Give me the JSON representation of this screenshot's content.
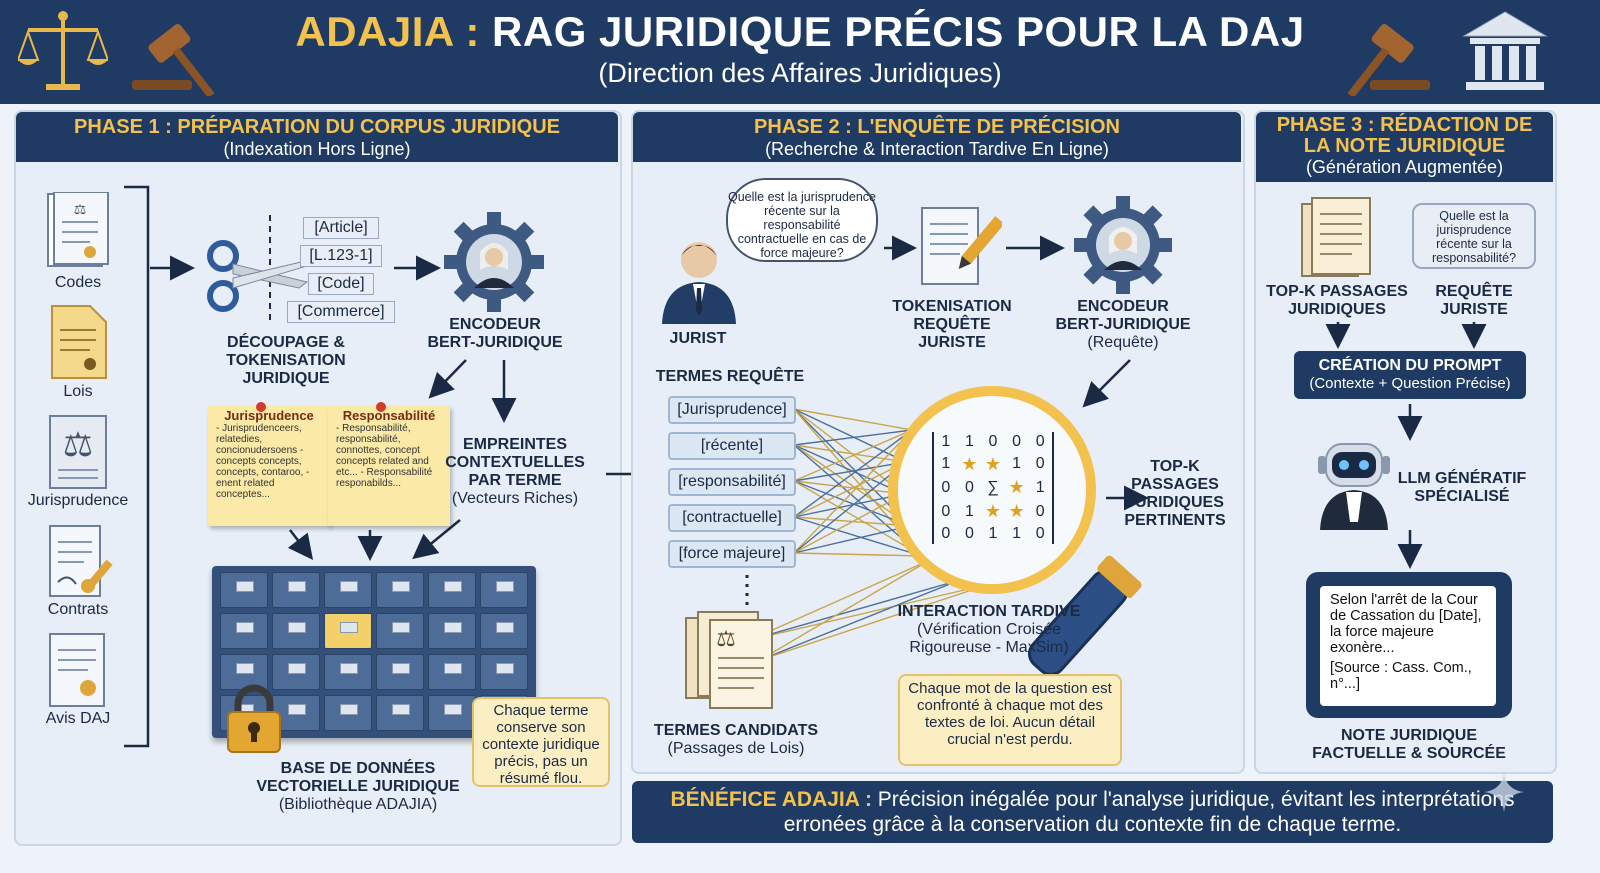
{
  "header": {
    "title_brand": "ADAJIA :",
    "title_main": " RAG JURIDIQUE PRÉCIS POUR LA DAJ",
    "subtitle": "(Direction des Affaires Juridiques)"
  },
  "phase1": {
    "title": "PHASE 1 : PRÉPARATION DU CORPUS JURIDIQUE",
    "subtitle": "(Indexation Hors Ligne)",
    "sources": [
      "Codes",
      "Lois",
      "Jurisprudence",
      "Contrats",
      "Avis DAJ"
    ],
    "tags": [
      "[Article]",
      "[L.123-1]",
      "[Code]",
      "[Commerce]"
    ],
    "decoupage_l1": "DÉCOUPAGE &",
    "decoupage_l2": "TOKENISATION",
    "decoupage_l3": "JURIDIQUE",
    "encoder_l1": "ENCODEUR",
    "encoder_l2": "BERT-JURIDIQUE",
    "empreintes_l1": "EMPREINTES",
    "empreintes_l2": "CONTEXTUELLES",
    "empreintes_l3": "PAR TERME",
    "empreintes_sub": "(Vecteurs Riches)",
    "note1_title": "Jurisprudence",
    "note1_body": "- Jurisprudenceers, relatedies, concionudersoens - concepts concepts, concepts, contaroo, - enent related conceptes...",
    "note2_title": "Responsabilité",
    "note2_body": "- Responsabilité, responsabilité, connottes, concept concepts related and etc... - Responsabilité responabilds...",
    "db_l1": "BASE DE DONNÉES",
    "db_l2": "VECTORIELLE JURIDIQUE",
    "db_sub": "(Bibliothèque ADAJIA)",
    "callout": "Chaque terme conserve son contexte juridique précis, pas un résumé flou."
  },
  "phase2": {
    "title": "PHASE 2 : L'ENQUÊTE DE PRÉCISION",
    "subtitle": "(Recherche & Interaction Tardive En Ligne)",
    "question": "Quelle est la jurisprudence récente sur la responsabilité contractuelle en cas de force majeure?",
    "jurist": "JURIST",
    "tok_l1": "TOKENISATION",
    "tok_l2": "REQUÊTE",
    "tok_l3": "JURISTE",
    "enc_l1": "ENCODEUR",
    "enc_l2": "BERT-JURIDIQUE",
    "enc_sub": "(Requête)",
    "terms_title": "TERMES REQUÊTE",
    "terms": [
      "[Jurisprudence]",
      "[récente]",
      "[responsabilité]",
      "[contractuelle]",
      "[force majeure]"
    ],
    "cand_title": "TERMES CANDIDATS",
    "cand_sub": "(Passages de Lois)",
    "matrix": [
      [
        "1",
        "1",
        "0",
        "0",
        "0"
      ],
      [
        "1",
        "★",
        "★",
        "1",
        "0"
      ],
      [
        "0",
        "0",
        "∑",
        "★",
        "1"
      ],
      [
        "0",
        "1",
        "★",
        "★",
        "0"
      ],
      [
        "0",
        "0",
        "1",
        "1",
        "0"
      ]
    ],
    "interaction_title": "INTERACTION TARDIVE",
    "interaction_sub1": "(Vérification Croisée",
    "interaction_sub2": "Rigoureuse - MaxSim)",
    "topk_l1": "TOP-K",
    "topk_l2": "PASSAGES",
    "topk_l3": "JURIDIQUES",
    "topk_l4": "PERTINENTS",
    "callout": "Chaque mot de la question est confronté à chaque mot des textes de loi. Aucun détail crucial n'est perdu."
  },
  "phase3": {
    "title_l1": "PHASE 3 : RÉDACTION DE",
    "title_l2": "LA NOTE JURIDIQUE",
    "subtitle": "(Génération Augmentée)",
    "topk_l1": "TOP-K PASSAGES",
    "topk_l2": "JURIDIQUES",
    "question": "Quelle est la jurisprudence récente sur la responsabilité?",
    "req_l1": "REQUÊTE",
    "req_l2": "JURISTE",
    "prompt_title": "CRÉATION DU PROMPT",
    "prompt_sub": "(Contexte + Question Précise)",
    "llm_l1": "LLM GÉNÉRATIF",
    "llm_l2": "SPÉCIALISÉ",
    "screen_text": "Selon l'arrêt de la Cour de Cassation du [Date], la force majeure exonère...",
    "screen_source": "[Source : Cass. Com., n°...]",
    "note_l1": "NOTE JURIDIQUE",
    "note_l2": "FACTUELLE & SOURCÉE"
  },
  "benefit": {
    "label": "BÉNÉFICE ADAJIA :",
    "text": " Précision inégalée pour l'analyse juridique, évitant les interprétations",
    "text2": "erronées grâce à la conservation du contexte fin de chaque terme."
  },
  "colors": {
    "navy": "#1f3a63",
    "gold": "#f2c14e",
    "panel": "#e7eef7",
    "note": "#fbe9a8"
  }
}
